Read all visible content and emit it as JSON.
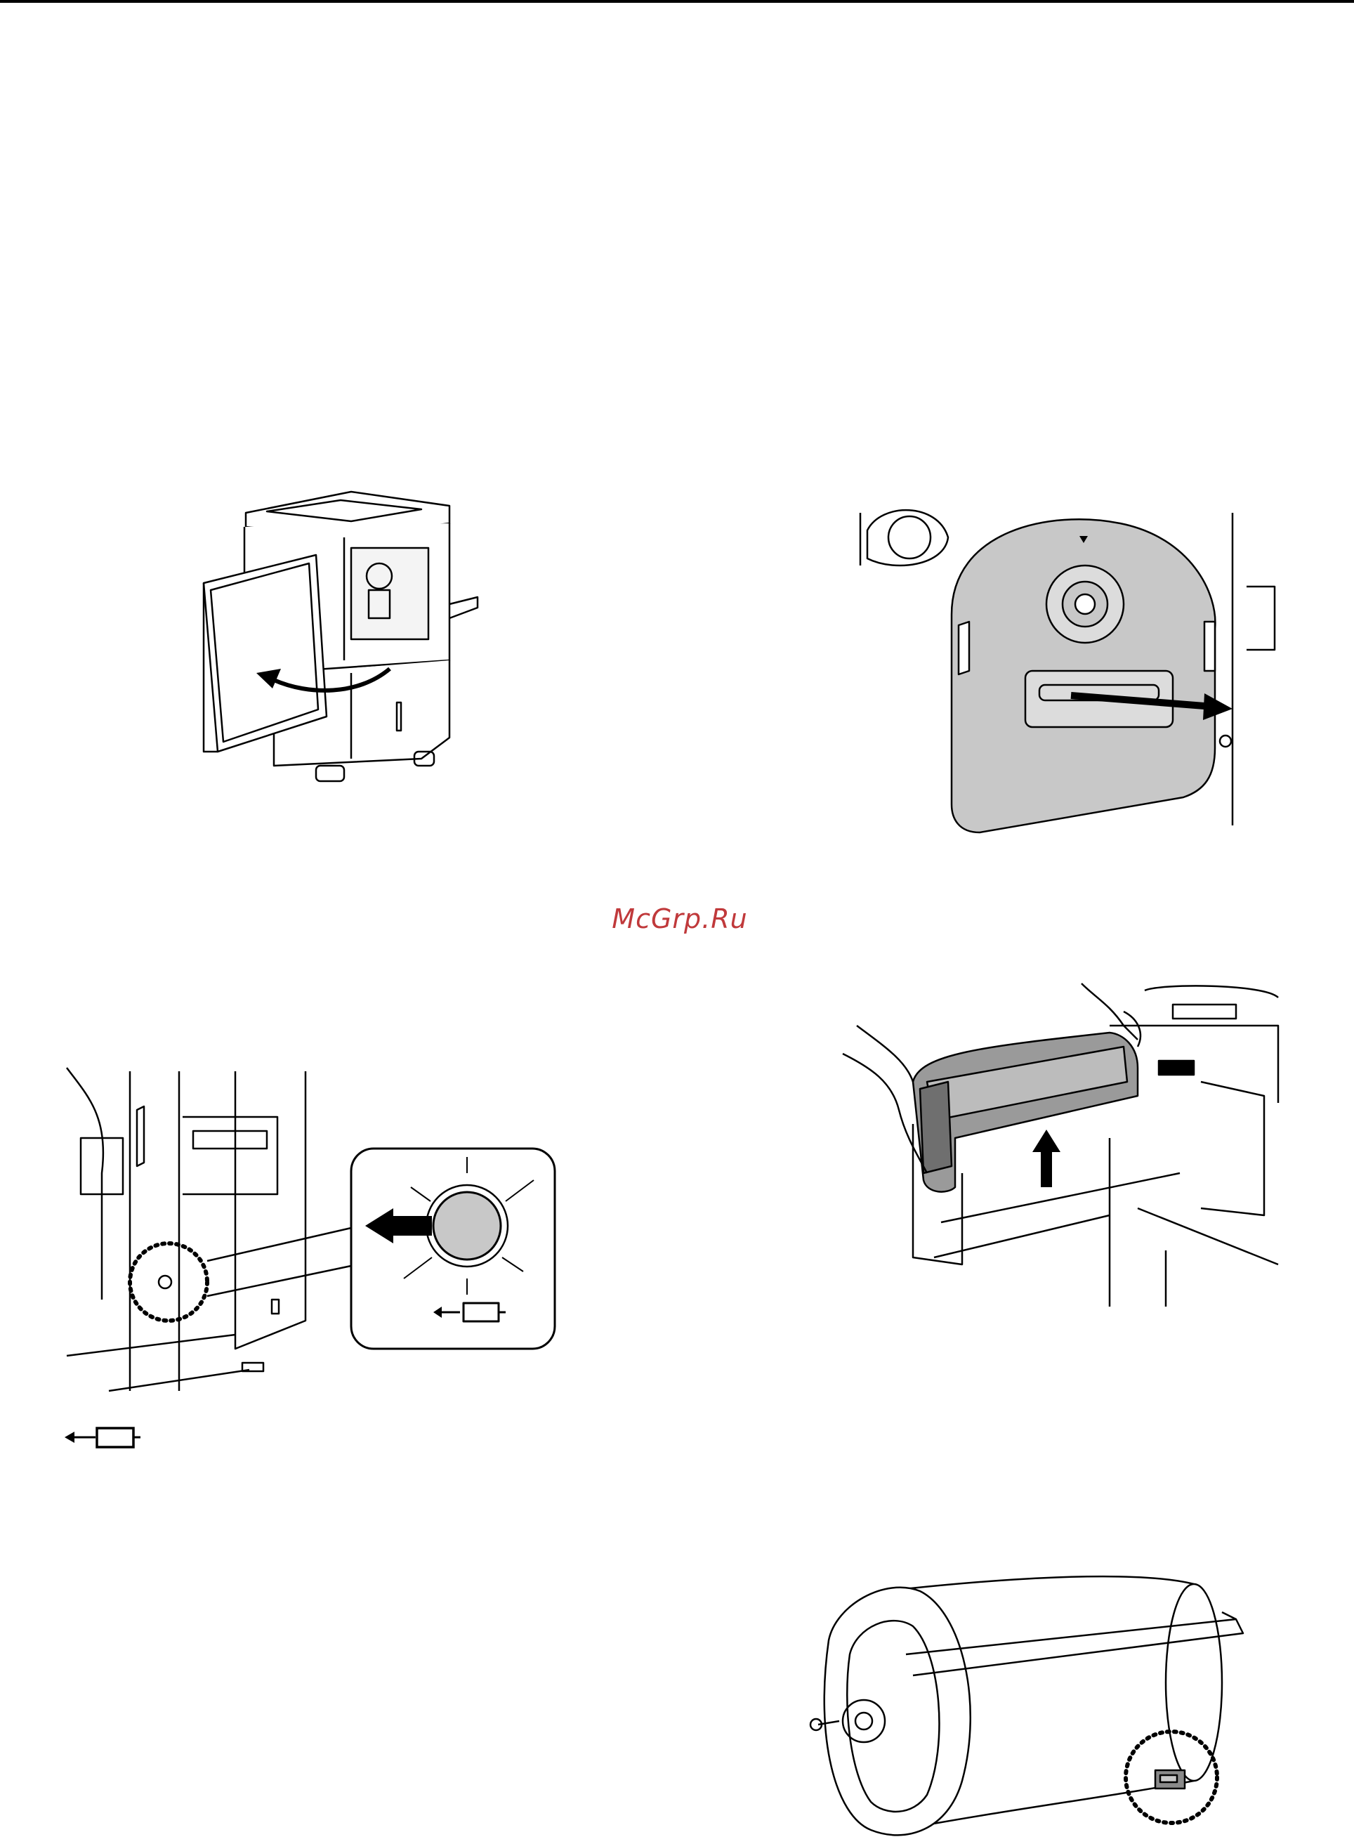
{
  "page": {
    "watermark": "McGrp.Ru"
  },
  "figures": [
    {
      "id": "open-front-door",
      "icon": "machine-front-door-open-illustration"
    },
    {
      "id": "pull-drum-handle",
      "icon": "drum-handle-pull-illustration"
    },
    {
      "id": "drum-release-button",
      "icon": "drum-release-button-illustration"
    },
    {
      "id": "remove-drum",
      "icon": "lift-drum-out-illustration"
    },
    {
      "id": "drum-unit",
      "icon": "drum-unit-illustration"
    }
  ],
  "symbols": {
    "drum_release_icon": "arrow-left-rectangle-icon"
  },
  "colors": {
    "line": "#000000",
    "fill_gray": "#c8c8c8",
    "watermark": "#c0393b"
  }
}
